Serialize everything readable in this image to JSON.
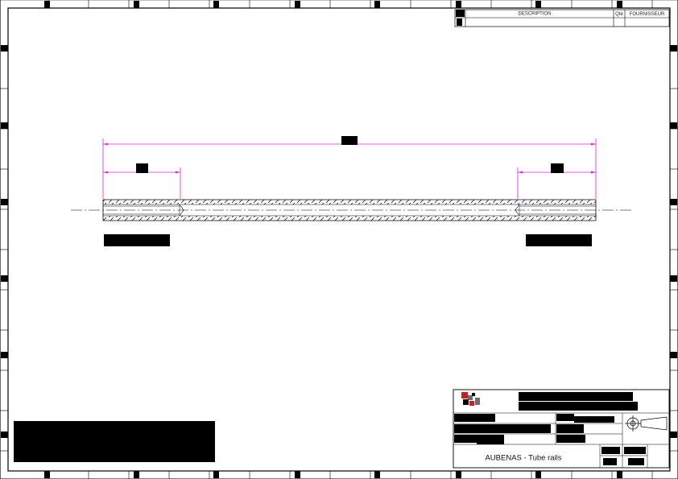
{
  "bom_table": {
    "col_description": "DESCRIPTION",
    "col_qty": "Qté",
    "col_supplier": "FOURNISSEUR"
  },
  "title_block": {
    "drawing_title": "AUBENAS - Tube rails"
  },
  "colors": {
    "line": "#000000",
    "dimension": "#e020e0",
    "logo_red": "#c8201e",
    "logo_grey": "#6e6e6e"
  },
  "icons": {
    "projection": "first-angle-projection-symbol",
    "company": "company-logo"
  }
}
